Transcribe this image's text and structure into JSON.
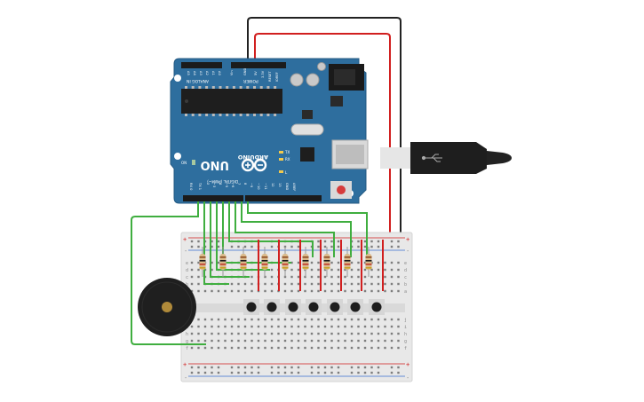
{
  "board": {
    "brand": "ARDUINO",
    "model": "UNO",
    "section_digital": "DIGITAL (PWM~)",
    "section_power": "POWER",
    "section_analog": "ANALOG IN",
    "led_tx": "TX",
    "led_rx": "RX",
    "led_l": "L",
    "led_on": "ON",
    "aref": "AREF",
    "gnd": "GND",
    "ioref": "IOREF",
    "reset": "RESET",
    "v33": "3.3V",
    "v5": "5V",
    "vin": "Vin",
    "digital_pins": [
      "13",
      "12",
      "~11",
      "~10",
      "~9",
      "8",
      "7",
      "~6",
      "~5",
      "4",
      "~3",
      "2",
      "TX 1",
      "RX 0"
    ],
    "analog_pins": [
      "A0",
      "A1",
      "A2",
      "A3",
      "A4",
      "A5"
    ]
  },
  "breadboard": {
    "plus": "+",
    "minus": "-",
    "row_letters_top": [
      "a",
      "b",
      "c",
      "d",
      "e"
    ],
    "row_letters_bottom": [
      "f",
      "g",
      "h",
      "i",
      "j"
    ]
  },
  "colors": {
    "board": "#2e6e9e",
    "wire_red": "#d11f1f",
    "wire_black": "#222222",
    "wire_green": "#3fae3f",
    "buzzer": "#1f1f1f",
    "breadboard": "#e8e8e8"
  }
}
